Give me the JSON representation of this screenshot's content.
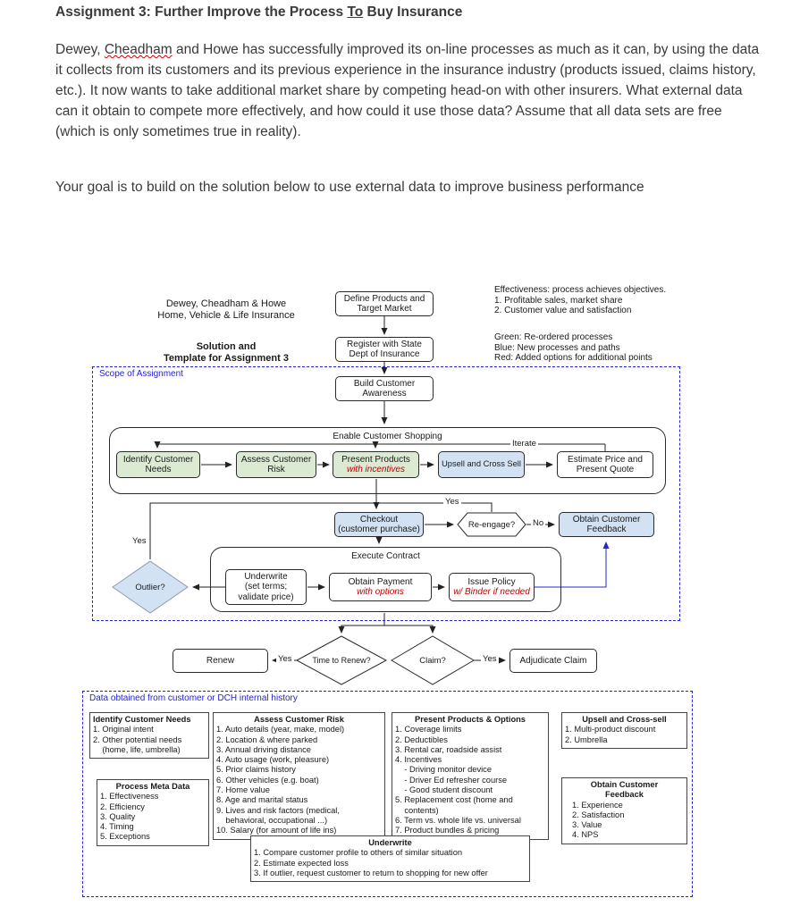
{
  "document": {
    "title_prefix": "Assignment 3: Further Improve the Process ",
    "title_underlined": "To",
    "title_suffix": " Buy Insurance",
    "p1_before": "Dewey, ",
    "p1_misspelled": "Cheadham",
    "p1_after": " and Howe has successfully improved its on-line processes as much as it can, by using the data it collects from its customers and its previous experience in the insurance industry (products issued, claims history, etc.).  It now wants to take additional market share by competing head-on with other insurers.  What external data can it obtain to compete more effectively, and how could it use those data?  Assume that all data sets are free (which is only sometimes true in reality).",
    "p2": "Your goal is to build on the solution below to use external data to improve business performance"
  },
  "flow": {
    "org_lines": [
      "Dewey, Cheadham & Howe",
      "Home, Vehicle & Life Insurance"
    ],
    "org_bold": [
      "Solution and",
      "Template for Assignment 3"
    ],
    "effectiveness_notes": [
      "Effectiveness: process achieves objectives.",
      "1. Profitable sales, market share",
      "2. Customer value and satisfaction"
    ],
    "legend_notes": [
      "Green: Re-ordered processes",
      "Blue: New processes and paths",
      "Red: Added options for additional points"
    ],
    "scope_label": "Scope of Assignment",
    "define": "Define Products and Target Market",
    "register": "Register with State Dept of Insurance",
    "awareness": "Build Customer Awareness",
    "shopping_label": "Enable Customer Shopping",
    "identify": "Identify Customer Needs",
    "assess": "Assess Customer Risk",
    "present": "Present Products",
    "present_sub": "with incentives",
    "upsell": "Upsell and Cross Sell",
    "estimate": "Estimate Price and Present Quote",
    "iterate": "Iterate",
    "checkout": [
      "Checkout",
      "(customer purchase)"
    ],
    "reengage": "Re-engage?",
    "feedback": "Obtain Customer Feedback",
    "execute_label": "Execute Contract",
    "underwrite": [
      "Underwrite",
      "(set terms;",
      "validate price)"
    ],
    "payment": "Obtain Payment",
    "payment_sub": "with options",
    "issue": "Issue Policy",
    "issue_sub": "w/ Binder if needed",
    "outlier": "Outlier?",
    "renew": "Renew",
    "time_to_renew": "Time to Renew?",
    "claim": "Claim?",
    "adjudicate": "Adjudicate Claim",
    "yes": "Yes",
    "no": "No"
  },
  "data_section": {
    "label": "Data obtained from customer or DCH internal history",
    "boxes": {
      "identify_needs": {
        "title": "Identify Customer Needs",
        "items": [
          "1. Original intent",
          "2. Other potential needs",
          "    (home, life, umbrella)"
        ]
      },
      "process_meta": {
        "title": "Process Meta Data",
        "items": [
          "1. Effectiveness",
          "2. Efficiency",
          "3. Quality",
          "4. Timing",
          "5. Exceptions"
        ]
      },
      "assess_risk": {
        "title": "Assess Customer Risk",
        "items": [
          "1. Auto details (year, make, model)",
          "2. Location & where parked",
          "3. Annual driving distance",
          "4. Auto usage (work, pleasure)",
          "5. Prior claims history",
          "6. Other vehicles (e.g. boat)",
          "7. Home value",
          "8. Age and marital status",
          "9. Lives and risk factors (medical,",
          "    behavioral, occupational ...)",
          "10. Salary (for amount of life ins)"
        ]
      },
      "present_products": {
        "title": "Present Products & Options",
        "items": [
          "1. Coverage limits",
          "2. Deductibles",
          "3. Rental car, roadside assist",
          "4. Incentives",
          "    - Driving monitor device",
          "    - Driver Ed refresher course",
          "    - Good student discount",
          "5. Replacement cost (home and",
          "    contents)",
          "6. Term vs. whole life vs. universal",
          "7. Product bundles & pricing"
        ]
      },
      "upsell_cross": {
        "title": "Upsell and Cross-sell",
        "items": [
          "1. Multi-product discount",
          "2. Umbrella"
        ]
      },
      "customer_feedback": {
        "title": "Obtain Customer Feedback",
        "items": [
          "1. Experience",
          "2. Satisfaction",
          "3. Value",
          "4. NPS"
        ]
      },
      "underwrite": {
        "title": "Underwrite",
        "items": [
          "1. Compare customer profile to others of similar situation",
          "2. Estimate expected loss",
          "3. If outlier, request customer to return to shopping for new offer"
        ]
      }
    }
  },
  "colors": {
    "green_fill": "#dcead3",
    "blue_fill": "#d3e2f3",
    "dashed_border": "#2222dd",
    "red_option_text": "#c00000",
    "blue_connector": "#2525cc"
  }
}
